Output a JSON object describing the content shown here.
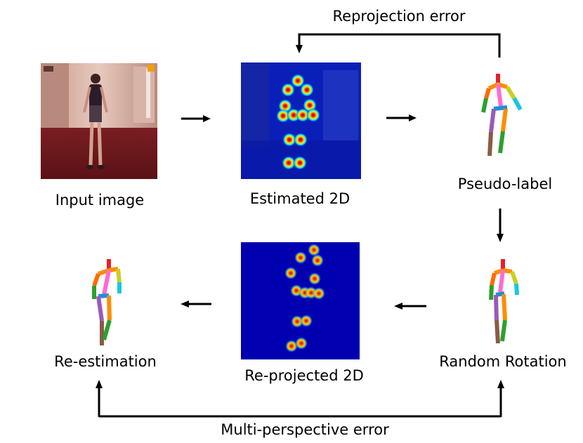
{
  "labels": {
    "input_image": "Input image",
    "estimated_2d": "Estimated 2D",
    "pseudo_label": "Pseudo-label",
    "random_rotation": "Random Rotation",
    "reprojected_2d": "Re-projected 2D",
    "re_estimation": "Re-estimation",
    "reprojection_error": "Reprojection error",
    "multi_perspective_error": "Multi-perspective error"
  }
}
